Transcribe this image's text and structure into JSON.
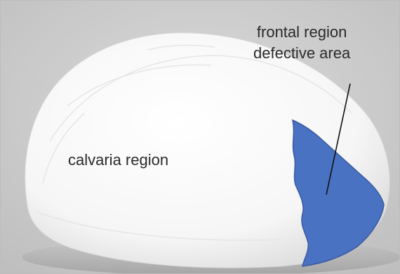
{
  "labels": {
    "calvaria": "calvaria region",
    "frontal_line1": "frontal region",
    "frontal_line2": "defective area"
  },
  "colors": {
    "background": "#cfcfcf",
    "skull": "#f7f7f7",
    "defect": "#4a72c2",
    "text": "#2a2a2a"
  }
}
